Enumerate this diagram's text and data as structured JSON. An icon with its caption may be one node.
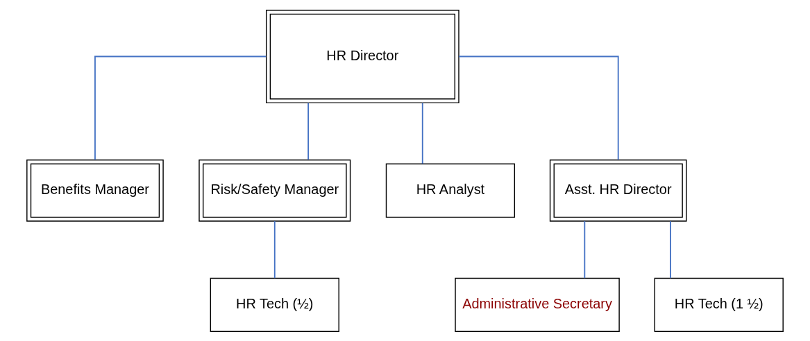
{
  "diagram": {
    "nodes": [
      {
        "text": [
          "HR Director"
        ]
      },
      {
        "text": [
          "Benefits Manager"
        ]
      },
      {
        "text": [
          "Risk/Safety Manager"
        ]
      },
      {
        "text": [
          "HR Analyst"
        ]
      },
      {
        "text": [
          "Asst. HR Director"
        ]
      },
      {
        "text": [
          "HR Tech (½)"
        ]
      },
      {
        "text": [
          "Administrative Secretary"
        ]
      },
      {
        "text": [
          "HR Tech (1 ½)"
        ]
      }
    ],
    "edges": [
      {
        "from": 0,
        "to": 1,
        "arrow": "none"
      },
      {
        "from": 0,
        "to": 2,
        "arrow": "none"
      },
      {
        "from": 0,
        "to": 3,
        "arrow": "none"
      },
      {
        "from": 0,
        "to": 4,
        "arrow": "none"
      },
      {
        "from": 2,
        "to": 5,
        "arrow": "none"
      },
      {
        "from": 4,
        "to": 6,
        "arrow": "none"
      },
      {
        "from": 4,
        "to": 7,
        "arrow": "none"
      }
    ]
  }
}
